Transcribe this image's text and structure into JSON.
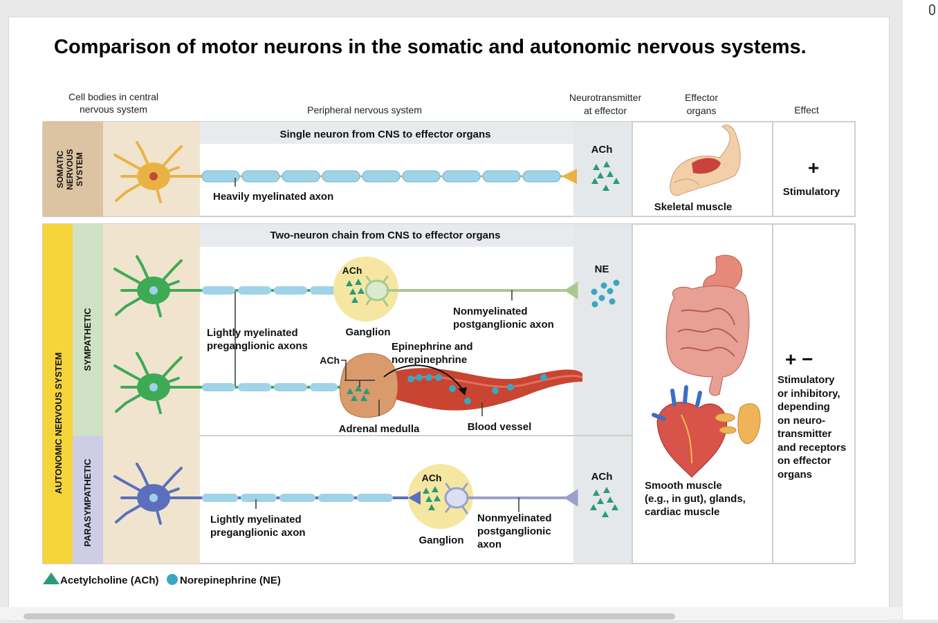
{
  "page": {
    "title": "Comparison of motor neurons in the somatic and autonomic nervous systems."
  },
  "headers": {
    "cell_bodies_line1": "Cell bodies in central",
    "cell_bodies_line2": "nervous system",
    "peripheral": "Peripheral nervous system",
    "neurotransmitter_line1": "Neurotransmitter",
    "neurotransmitter_line2": "at effector",
    "effector_line1": "Effector",
    "effector_line2": "organs",
    "effect": "Effect"
  },
  "somatic": {
    "side_line1": "SOMATIC",
    "side_line2": "NERVOUS",
    "side_line3": "SYSTEM",
    "banner": "Single neuron from CNS to effector organs",
    "axon_label": "Heavily myelinated axon",
    "neurotransmitter": "ACh",
    "organ": "Skeletal muscle",
    "effect_symbol": "+",
    "effect_text": "Stimulatory"
  },
  "autonomic": {
    "side_label": "AUTONOMIC NERVOUS SYSTEM",
    "banner": "Two-neuron chain from CNS to effector organs",
    "organ_line1": "Smooth muscle",
    "organ_line2": "(e.g., in gut), glands,",
    "organ_line3": "cardiac muscle",
    "effect_symbol": "+ −",
    "effect_lines": [
      "Stimulatory",
      "or inhibitory,",
      "depending",
      "on neuro-",
      "transmitter",
      "and receptors",
      "on effector",
      "organs"
    ]
  },
  "sympathetic": {
    "side_label": "SYMPATHETIC",
    "ganglion_ach": "ACh",
    "ganglion_label": "Ganglion",
    "pre_line1": "Lightly myelinated",
    "pre_line2": "preganglionic axons",
    "post_line1": "Nonmyelinated",
    "post_line2": "postganglionic axon",
    "epi_line1": "Epinephrine and",
    "epi_line2": "norepinephrine",
    "adrenal_ach": "ACh",
    "adrenal_label": "Adrenal medulla",
    "blood_vessel": "Blood vessel",
    "neurotransmitter": "NE"
  },
  "parasympathetic": {
    "side_label": "PARASYMPATHETIC",
    "ganglion_ach": "ACh",
    "ganglion_label": "Ganglion",
    "pre_line1": "Lightly myelinated",
    "pre_line2": "preganglionic axon",
    "post_line1": "Nonmyelinated",
    "post_line2": "postganglionic",
    "post_line3": "axon",
    "neurotransmitter": "ACh"
  },
  "legend": {
    "ach": "Acetylcholine (ACh)",
    "ne": "Norepinephrine (NE)"
  },
  "colors": {
    "somatic_side": "#dcc3a2",
    "autonomic_side": "#f5d53a",
    "sympathetic_side": "#cfe3c4",
    "parasympathetic_side": "#cfcde6",
    "cns_column": "#f0e4cf",
    "nt_column": "#e4e8ea",
    "somatic_neuron": "#e9b344",
    "sympathetic_neuron": "#3eaa55",
    "parasympathetic_neuron": "#5c6fbd",
    "myelin": "#9fd3e8",
    "ach_marker": "#2b9a7a",
    "ne_marker": "#3aa6c2",
    "vessel": "#c94431",
    "ganglion_halo": "#f5e7a2"
  }
}
